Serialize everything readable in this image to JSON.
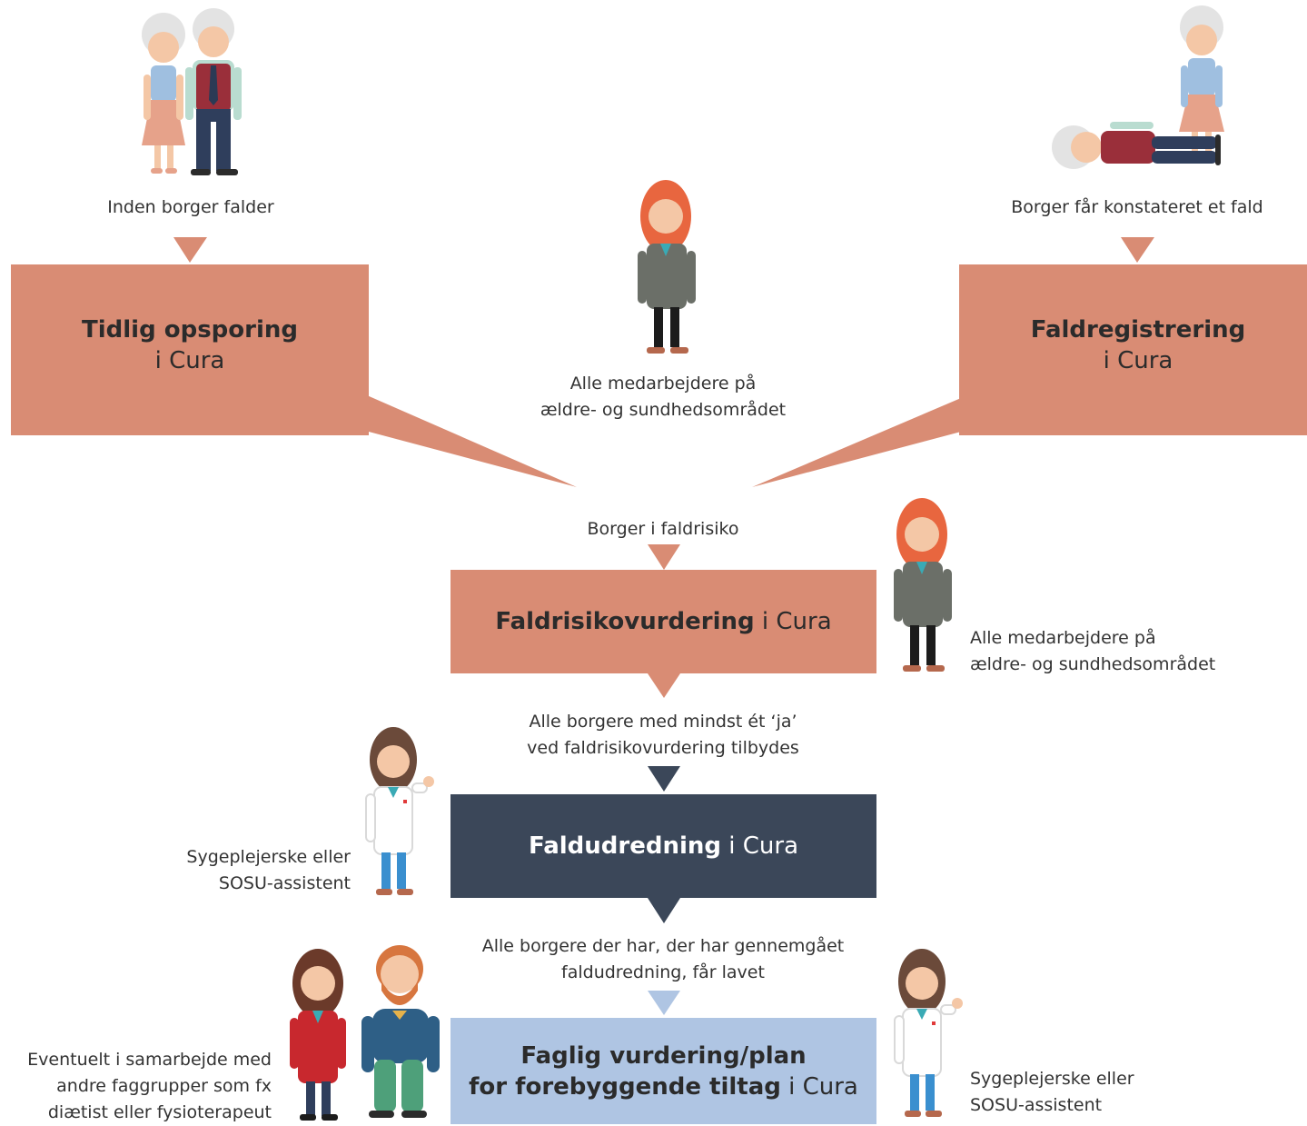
{
  "colors": {
    "salmon": "#d98c74",
    "navy": "#3b4759",
    "light_blue": "#afc5e3",
    "text_dark": "#333333"
  },
  "labels": {
    "before_fall": "Inden borger falder",
    "fall_noted": "Borger får konstateret et fald",
    "all_staff_1_line1": "Alle medarbejdere på",
    "all_staff_1_line2": "ældre- og sundhedsområdet",
    "risk_citizen": "Borger i faldrisiko",
    "all_staff_2_line1": "Alle medarbejdere på",
    "all_staff_2_line2": "ældre- og sundhedsområdet",
    "offer_line1": "Alle borgere med mindst ét ‘ja’",
    "offer_line2": "ved faldrisikovurdering tilbydes",
    "nurse_left_line1": "Sygeplejerske eller",
    "nurse_left_line2": "SOSU-assistent",
    "reviewed_line1": "Alle borgere der har, der har gennemgået",
    "reviewed_line2": "faldudredning, får lavet",
    "collab_line1": "Eventuelt i samarbejde med",
    "collab_line2": "andre faggrupper som fx",
    "collab_line3": "diætist eller fysioterapeut",
    "nurse_right_line1": "Sygeplejerske eller",
    "nurse_right_line2": "SOSU-assistent"
  },
  "boxes": {
    "early": {
      "bold": "Tidlig opsporing",
      "suffix": "i Cura"
    },
    "fallreg": {
      "bold": "Faldregistrering",
      "suffix": "i Cura"
    },
    "risk": {
      "bold": "Faldrisikovurdering",
      "suffix": "i Cura"
    },
    "investigation": {
      "bold": "Faldudredning",
      "suffix": "i Cura"
    },
    "plan": {
      "bold_line1": "Faglig vurdering/plan",
      "bold_line2": "for forebyggende tiltag",
      "suffix": "i Cura"
    }
  }
}
